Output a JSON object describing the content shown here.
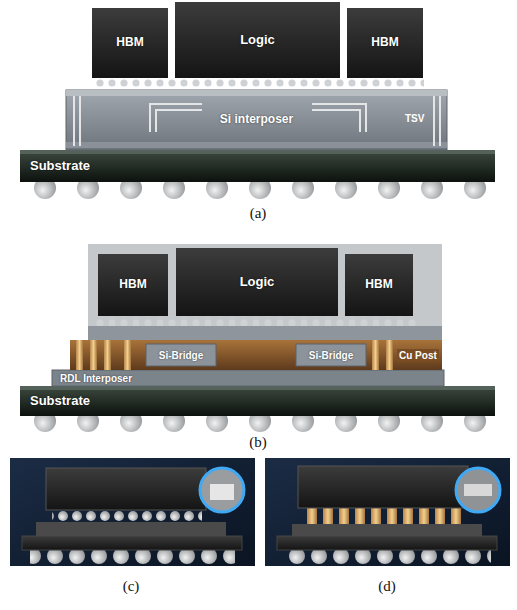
{
  "diagram": {
    "nodes": [
      {
        "text": [
          "HBM"
        ]
      },
      {
        "text": [
          "Logic"
        ]
      },
      {
        "text": [
          "HBM"
        ]
      },
      {
        "text": [
          "Si interposer"
        ]
      },
      {
        "text": [
          "Substrate"
        ]
      },
      {
        "text": [
          "HBM"
        ]
      },
      {
        "text": [
          "Logic"
        ]
      },
      {
        "text": [
          "HBM"
        ]
      },
      {
        "text": [
          "Si-Bridge"
        ]
      },
      {
        "text": [
          "Si-Bridge"
        ]
      },
      {
        "text": [
          "RDL Interposer"
        ]
      },
      {
        "text": [
          "Substrate"
        ]
      }
    ],
    "labels": [
      "TSV",
      "Cu Post",
      "(a)",
      "(b)",
      "(c)",
      "(d)"
    ]
  }
}
